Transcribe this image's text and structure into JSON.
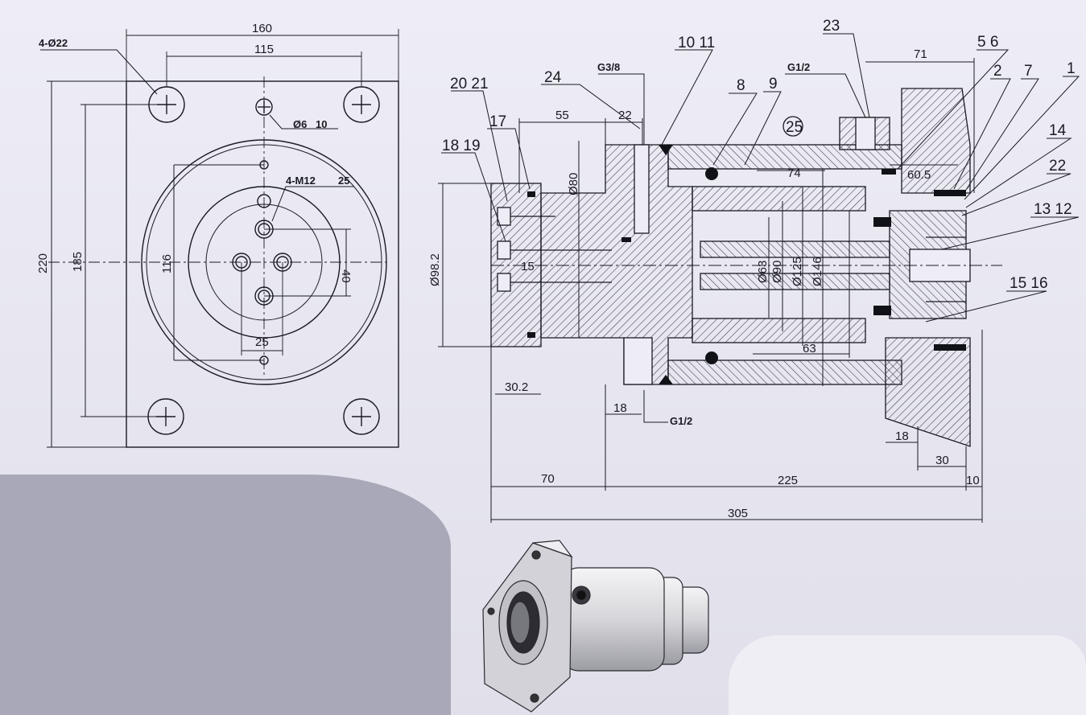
{
  "flange_view": {
    "dimensions": {
      "width_160": "160",
      "bolt_span_115": "115",
      "height_220": "220",
      "bolt_span_185": "185",
      "dia_116": "116",
      "span_40": "40",
      "span_25": "25"
    },
    "callouts": {
      "holes_4x22": "4-Ø22",
      "pin_hole": "Ø6",
      "pin_depth": "10",
      "tapped_holes": "4-M12",
      "tapped_depth": "25"
    }
  },
  "section_view": {
    "dimensions": {
      "d55": "55",
      "d22_top": "22",
      "d71": "71",
      "d60_5": "60.5",
      "d74": "74",
      "dia80": "Ø80",
      "dia98_2": "Ø98.2",
      "d15": "15",
      "dia63": "Ø63",
      "dia90": "Ø90",
      "dia125": "Ø125",
      "dia146": "Ø146",
      "d63": "63",
      "d30_2": "30.2",
      "d18_mid": "18",
      "d18_right": "18",
      "d30": "30",
      "d70": "70",
      "d225": "225",
      "d10": "10",
      "d305": "305"
    },
    "ports": {
      "g3_8": "G3/8",
      "g1_2_top": "G1/2",
      "g1_2_bottom": "G1/2"
    },
    "part_numbers": {
      "p20_21": "20 21",
      "p17": "17",
      "p18_19": "18 19",
      "p24": "24",
      "p10_11": "10 11",
      "p8": "8",
      "p9": "9",
      "p25": "25",
      "p23": "23",
      "p5_6": "5 6",
      "p2": "2",
      "p7": "7",
      "p1": "1",
      "p14": "14",
      "p22": "22",
      "p13_12": "13 12",
      "p15_16": "15 16"
    }
  },
  "colors": {
    "ink": "#1a1a22",
    "paper": "#eeedf5",
    "hatch": "#3a3a44",
    "render_body": "#d9d9dd"
  }
}
